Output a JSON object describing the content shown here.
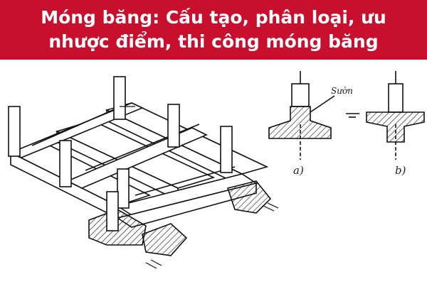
{
  "banner": {
    "line1": "Móng băng: Cấu tạo, phân loại, ưu",
    "line2": "nhược điểm, thi công móng băng",
    "color": "#c8102e"
  },
  "figure": {
    "rib_label": "Sườn",
    "caption_a": "a)",
    "caption_b": "b)"
  }
}
